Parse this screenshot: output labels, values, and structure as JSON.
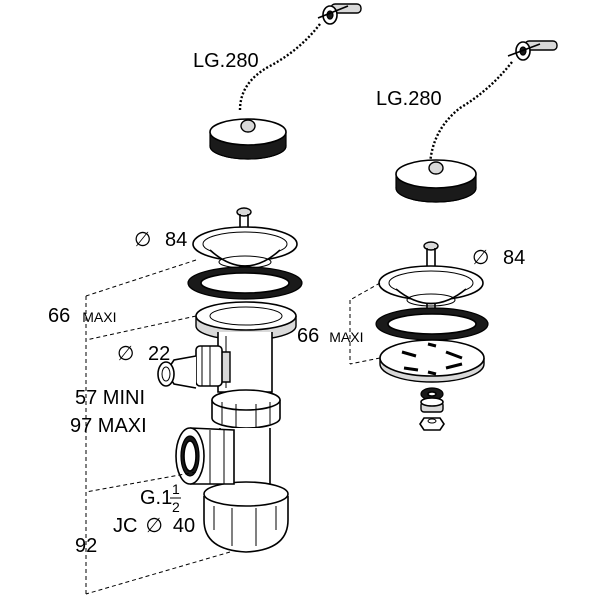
{
  "labels": {
    "chain_length_left": "LG.280",
    "chain_length_right": "LG.280",
    "diameter_strainer_left": "84",
    "diameter_strainer_right": "84",
    "height_left": "66",
    "height_left_unit": "MAXI",
    "height_right": "66",
    "height_right_unit": "MAXI",
    "diameter_outlet": "22",
    "adjust_min": "57 MINI",
    "adjust_max": "97 MAXI",
    "thread_prefix": "G.1",
    "thread_num": "1",
    "thread_den": "2",
    "joint_prefix": "JC",
    "joint_diameter": "40",
    "trap_depth": "92"
  }
}
